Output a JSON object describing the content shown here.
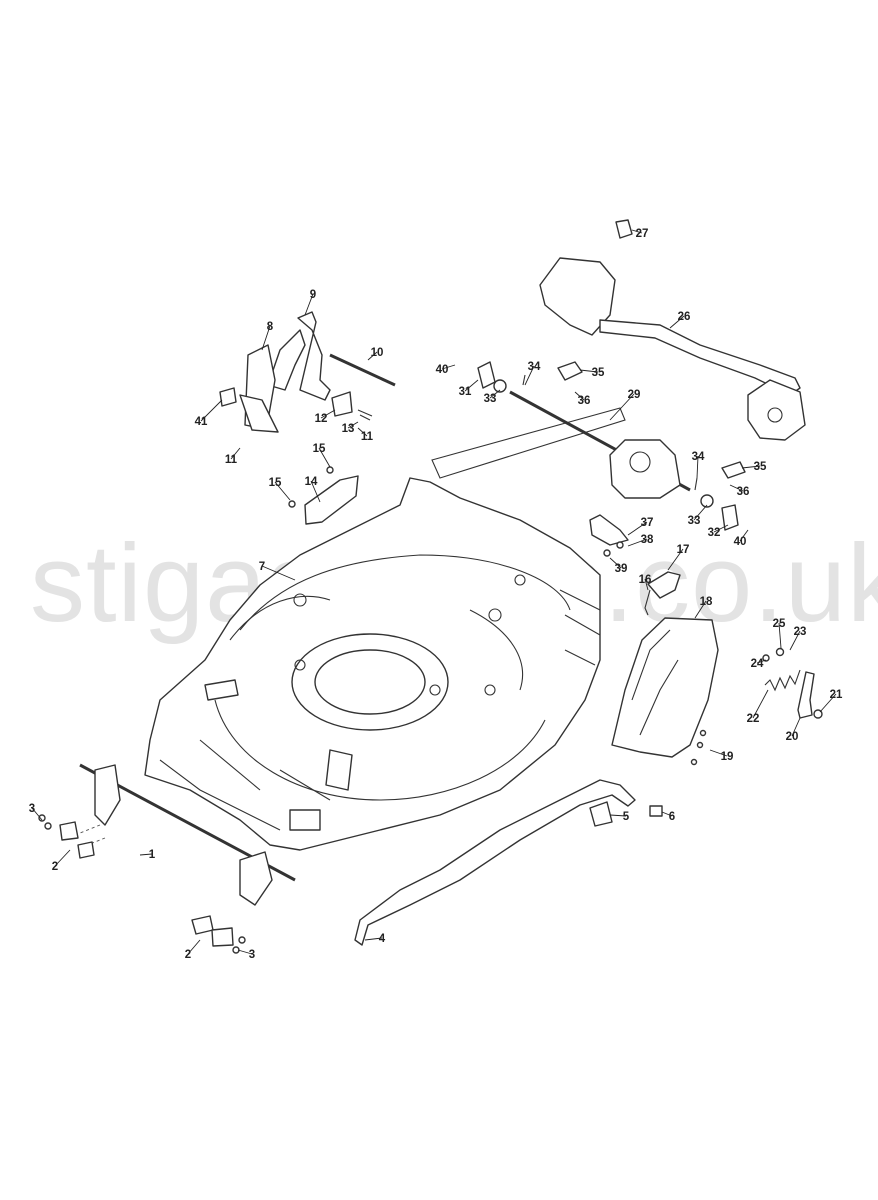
{
  "watermark": "stigaspares.co.uk",
  "callouts": [
    "1",
    "2",
    "2",
    "3",
    "3",
    "4",
    "5",
    "6",
    "7",
    "8",
    "9",
    "10",
    "11",
    "11",
    "12",
    "13",
    "14",
    "15",
    "15",
    "16",
    "17",
    "18",
    "19",
    "20",
    "21",
    "22",
    "23",
    "24",
    "25",
    "26",
    "27",
    "29",
    "31",
    "32",
    "33",
    "33",
    "34",
    "34",
    "35",
    "35",
    "36",
    "36",
    "37",
    "38",
    "39",
    "40",
    "40",
    "41"
  ]
}
